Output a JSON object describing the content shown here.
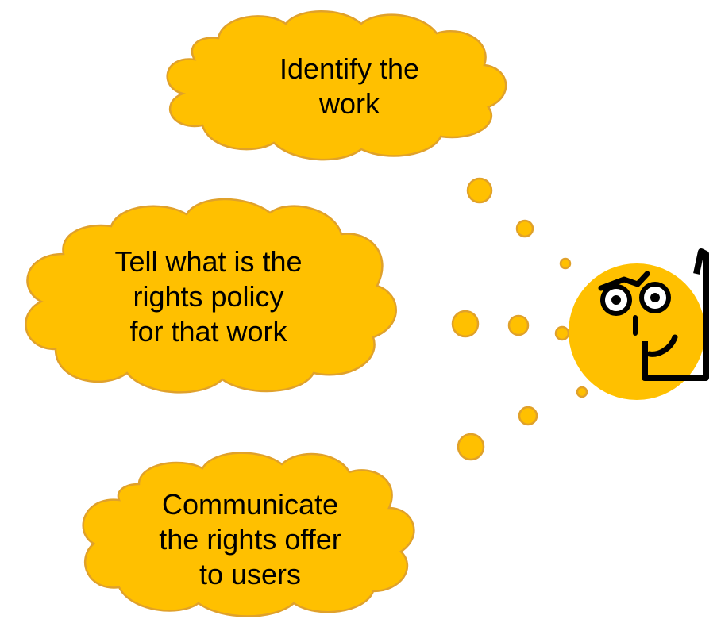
{
  "colors": {
    "cloud_fill": "#FFC000",
    "cloud_stroke": "#E0A12A",
    "text": "#000000",
    "figure_line": "#000000",
    "figure_eye": "#FFFFFF"
  },
  "clouds": [
    {
      "id": "identify",
      "lines": [
        "Identify the",
        "work"
      ]
    },
    {
      "id": "policy",
      "lines": [
        "Tell what is the",
        "rights policy",
        "for that work"
      ]
    },
    {
      "id": "communicate",
      "lines": [
        "Communicate",
        "the rights offer",
        "to users"
      ]
    }
  ],
  "figure": {
    "icon": "thinking-person-icon"
  }
}
